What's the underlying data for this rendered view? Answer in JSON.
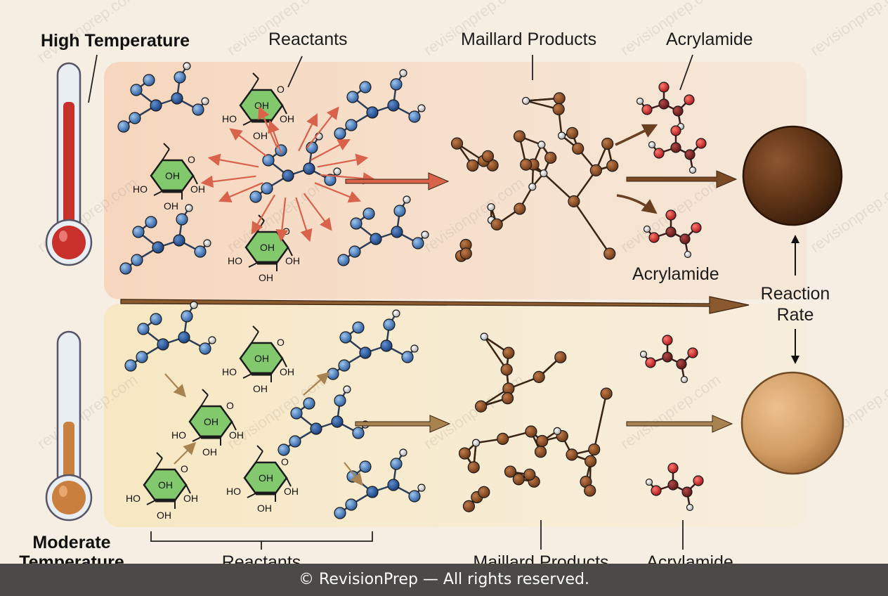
{
  "labels": {
    "high_temp": "High Temperature",
    "moderate_temp_line1": "Moderate",
    "moderate_temp_line2": "Temperature",
    "reactants_top": "Reactants",
    "maillard_top": "Maillard Products",
    "acrylamide_top": "Acrylamide",
    "acrylamide_mid": "Acrylamide",
    "reaction_rate_line1": "Reaction",
    "reaction_rate_line2": "Rate",
    "reactants_bottom": "Reactants",
    "maillard_bottom": "Maillard Products",
    "acrylamide_bottom": "Acrylamide",
    "ring_oh": "OH",
    "ring_ho": "HO"
  },
  "watermark": "revisionprep.com",
  "footer": "© RevisionPrep — All rights reserved.",
  "colors": {
    "high_panel": "#f7dcc6",
    "moderate_panel": "#f8ebc9",
    "hot_mercury": "#c8302c",
    "moderate_mercury": "#c97f3e",
    "nitrogen_atom": "#2a63a8",
    "hydrogen_atom": "#e8e8e8",
    "carbon_atom": "#8a4a22",
    "oxygen_atom": "#d23030",
    "sugar_ring": "#7ec86a",
    "hot_arrow": "#d9624a",
    "mild_arrow": "#a9834f",
    "dark_ball": "#5e3416",
    "light_ball": "#d7a06a"
  }
}
